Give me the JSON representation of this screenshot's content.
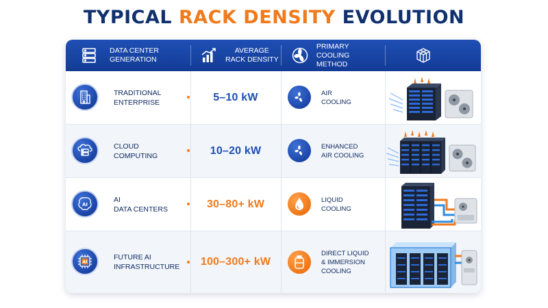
{
  "title": {
    "part1": "TYPICAL",
    "part2": "RACK DENSITY",
    "part3": "EVOLUTION"
  },
  "colors": {
    "navy": "#10306e",
    "orange": "#f07a1c",
    "header_blue": "#1a47a6",
    "blue_text": "#1e4fb2"
  },
  "header": {
    "generation": {
      "line1": "DATA CENTER",
      "line2": "GENERATION",
      "icon": "server-stack-icon"
    },
    "density": {
      "line1": "AVERAGE",
      "line2": "RACK DENSITY",
      "icon": "bar-chart-growth-icon"
    },
    "cooling": {
      "line1": "PRIMARY COOLING",
      "line2": "METHOD",
      "icon": "fan-icon"
    },
    "illustration": {
      "icon": "cube-icon"
    }
  },
  "rows": [
    {
      "gen_line1": "TRADITIONAL",
      "gen_line2": "ENTERPRISE",
      "gen_icon": "building-icon",
      "density": "5–10 kW",
      "density_color": "#1e4fb2",
      "cool_line1": "AIR",
      "cool_line2": "COOLING",
      "cool_line3": "",
      "cool_icon": "fan-icon",
      "illustration": "air-cooled-racks"
    },
    {
      "gen_line1": "CLOUD",
      "gen_line2": "COMPUTING",
      "gen_icon": "cloud-server-icon",
      "density": "10–20 kW",
      "density_color": "#1e4fb2",
      "cool_line1": "ENHANCED",
      "cool_line2": "AIR COOLING",
      "cool_line3": "",
      "cool_icon": "fan-icon",
      "illustration": "enhanced-air-racks"
    },
    {
      "gen_line1": "AI",
      "gen_line2": "DATA CENTERS",
      "gen_icon": "ai-brain-icon",
      "density": "30–80+ kW",
      "density_color": "#f07a1c",
      "cool_line1": "LIQUID",
      "cool_line2": "COOLING",
      "cool_line3": "",
      "cool_icon": "droplet-icon",
      "illustration": "liquid-cooled-racks"
    },
    {
      "gen_line1": "FUTURE AI",
      "gen_line2": "INFRASTRUCTURE",
      "gen_icon": "ai-chip-icon",
      "density": "100–300+ kW",
      "density_color": "#f07a1c",
      "cool_line1": "DIRECT LIQUID",
      "cool_line2": "& IMMERSION",
      "cool_line3": "COOLING",
      "cool_icon": "coolant-tank-icon",
      "illustration": "immersion-tank"
    }
  ],
  "icon_text": {
    "ai": "AI"
  }
}
